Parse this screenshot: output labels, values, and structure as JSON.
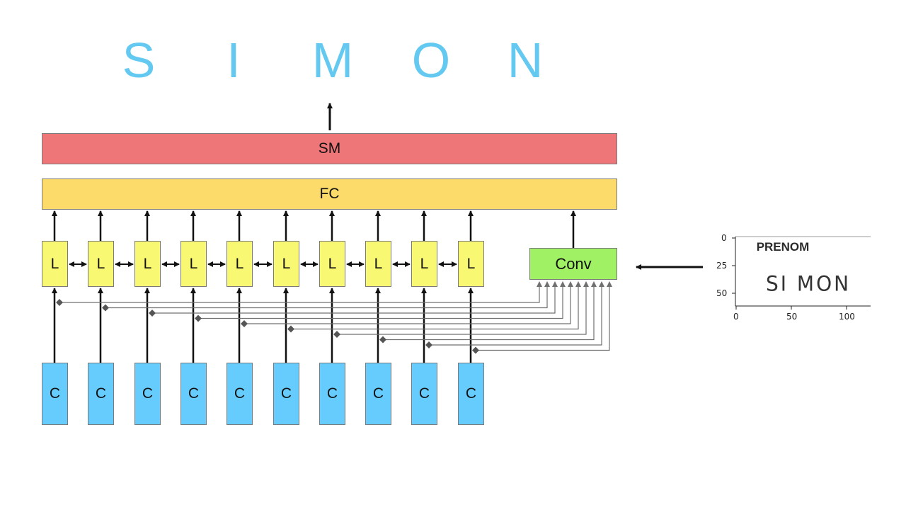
{
  "output_letters": [
    "S",
    "I",
    "M",
    "O",
    "N"
  ],
  "softmax_label": "SM",
  "fc_label": "FC",
  "lstm_label": "L",
  "cnn_label": "C",
  "conv_label": "Conv",
  "timesteps": 10,
  "input_figure": {
    "title": "PRENOM",
    "handwriting": "SI MON",
    "y_ticks": [
      "0",
      "25",
      "50"
    ],
    "x_ticks": [
      "0",
      "50",
      "100"
    ]
  },
  "colors": {
    "letters": "#63c9f1",
    "softmax": "#ef7678",
    "fc": "#fddb6a",
    "lstm": "#f8f872",
    "cnn": "#66ccfe",
    "conv": "#a1f165",
    "arrow": "#111111",
    "connector": "#707070"
  },
  "icons": {
    "arrow": "arrow-up-icon",
    "bidirectional": "double-arrow-icon"
  }
}
